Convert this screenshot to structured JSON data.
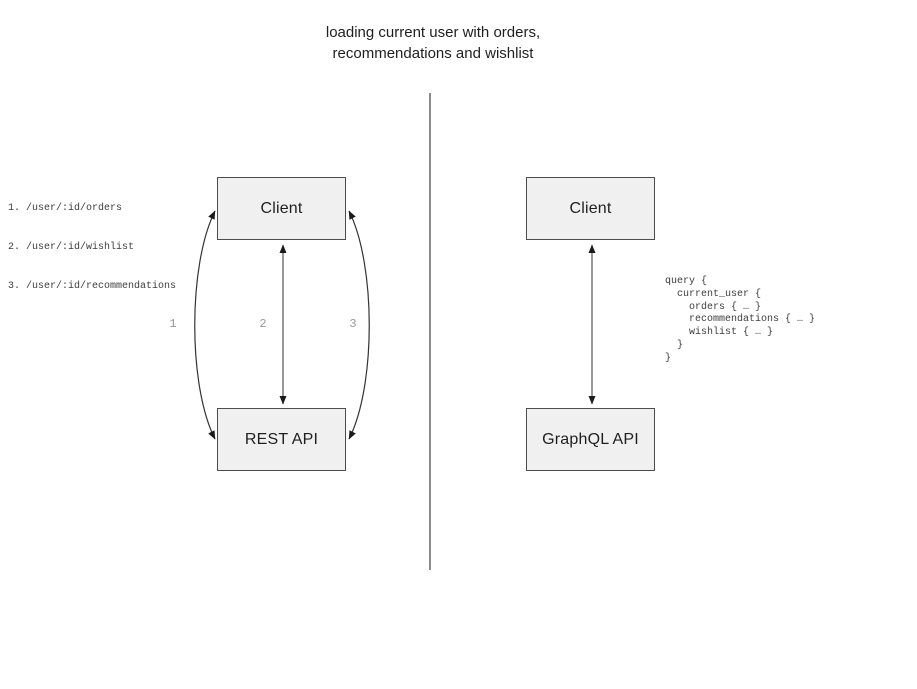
{
  "title": {
    "line1": "loading current user with orders,",
    "line2": "recommendations and wishlist"
  },
  "rest_side": {
    "endpoints": [
      "1. /user/:id/orders",
      "2. /user/:id/wishlist",
      "3. /user/:id/recommendations"
    ],
    "client_label": "Client",
    "api_label": "REST API",
    "arrow_labels": [
      "1",
      "2",
      "3"
    ]
  },
  "graphql_side": {
    "client_label": "Client",
    "api_label": "GraphQL API",
    "query": "query {\n  current_user {\n    orders { … }\n    recommendations { … }\n    wishlist { … }\n  }\n}"
  },
  "colors": {
    "box_fill": "#f0f0f0",
    "box_border": "#4d4d4d",
    "arrow": "#333333",
    "arrowhead": "#1a1a1a",
    "number_label": "#999999",
    "divider": "#8a8a8a",
    "code_text": "#3d3d3d",
    "title_text": "#1f1f1f"
  }
}
